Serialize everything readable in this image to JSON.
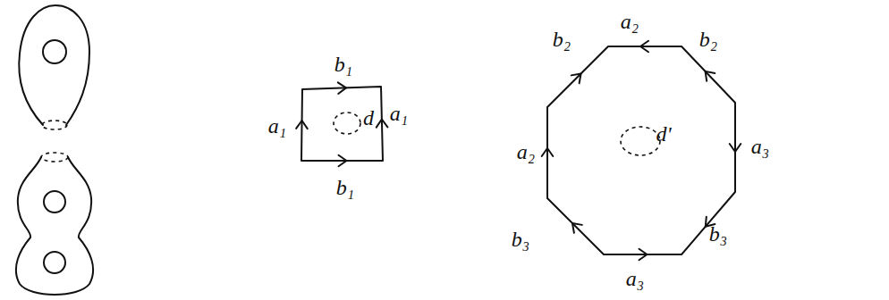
{
  "diagram": {
    "labels": [
      "b₁",
      "a₁",
      "a₁",
      "b₁",
      "d",
      "a₂",
      "b₂",
      "b₂",
      "a₃",
      "b₃",
      "a₃",
      "b₃",
      "a₂",
      "d'"
    ]
  }
}
